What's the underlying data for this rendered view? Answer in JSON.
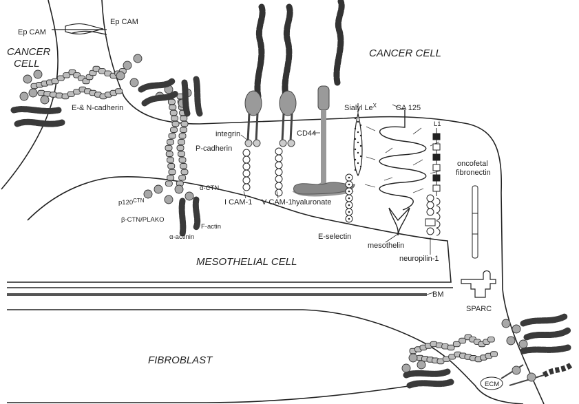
{
  "cells": {
    "cancer_left_line1": "CANCER",
    "cancer_left_line2": "CELL",
    "cancer_right": "CANCER CELL",
    "mesothelial": "MESOTHELIAL CELL",
    "fibroblast": "FIBROBLAST"
  },
  "molecules": {
    "epcam_left": "Ep CAM",
    "epcam_right": "Ep CAM",
    "en_cadherin": "E-& N-cadherin",
    "p_cadherin": "P-cadherin",
    "p120ctn_main": "p120",
    "p120ctn_sub": "CTN",
    "alpha_ctn": "α-CTN",
    "beta_ctn_plako": "β-CTN/PLAKO",
    "f_actin": "F-actin",
    "alpha_actinin": "α-actinin",
    "integrin": "integrin",
    "icam1": "I CAM-1",
    "vcam1": "V CAM-1",
    "cd44": "CD44",
    "hyaluronate": "hyaluronate",
    "sialyl_lex_main": "Sialyl Le",
    "sialyl_lex_sup": "X",
    "e_selectin": "E-selectin",
    "ca125": "CA 125",
    "mesothelin": "mesothelin",
    "l1": "L1",
    "neuropilin1": "neuropilin-1",
    "oncofetal_line1": "oncofetal",
    "oncofetal_line2": "fibronectin",
    "bm": "BM",
    "sparc": "SPARC",
    "ecm": "ECM"
  },
  "colors": {
    "outline": "#222222",
    "protein_gray": "#9a9a9a",
    "dark_actin": "#3a3a3a",
    "bead_gray": "#bdbdbd"
  }
}
